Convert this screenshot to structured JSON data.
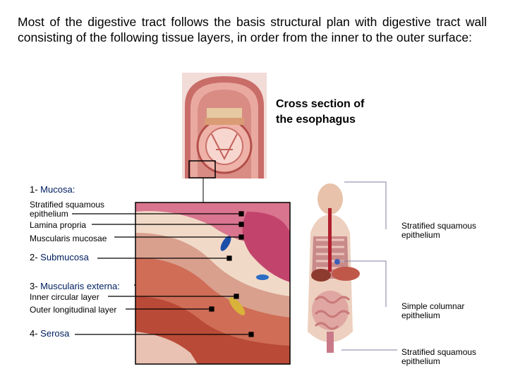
{
  "intro_text": "Most of the digestive tract follows the basis structural plan with digestive tract wall consisting of the following tissue layers, in order from the inner to the outer surface:",
  "cross_section_title": "Cross section of the esophagus",
  "layers": {
    "mucosa": {
      "number": "1- ",
      "name": "Mucosa:"
    },
    "submucosa": {
      "number": "2- ",
      "name": "Submucosa"
    },
    "muscularis": {
      "number": "3- ",
      "name": "Muscularis externa:"
    },
    "serosa": {
      "number": "4- ",
      "name": "Serosa"
    }
  },
  "sublabels": {
    "stratified_epithelium": "Stratified squamous epithelium",
    "lamina_propria": "Lamina propria",
    "muscularis_mucosae": "Muscularis mucosae",
    "inner_circular": "Inner circular layer",
    "outer_longitudinal": "Outer longitudinal layer"
  },
  "body_labels": {
    "top": "Stratified squamous epithelium",
    "middle": "Simple columnar  epithelium",
    "bottom": "Stratified squamous epithelium"
  }
}
